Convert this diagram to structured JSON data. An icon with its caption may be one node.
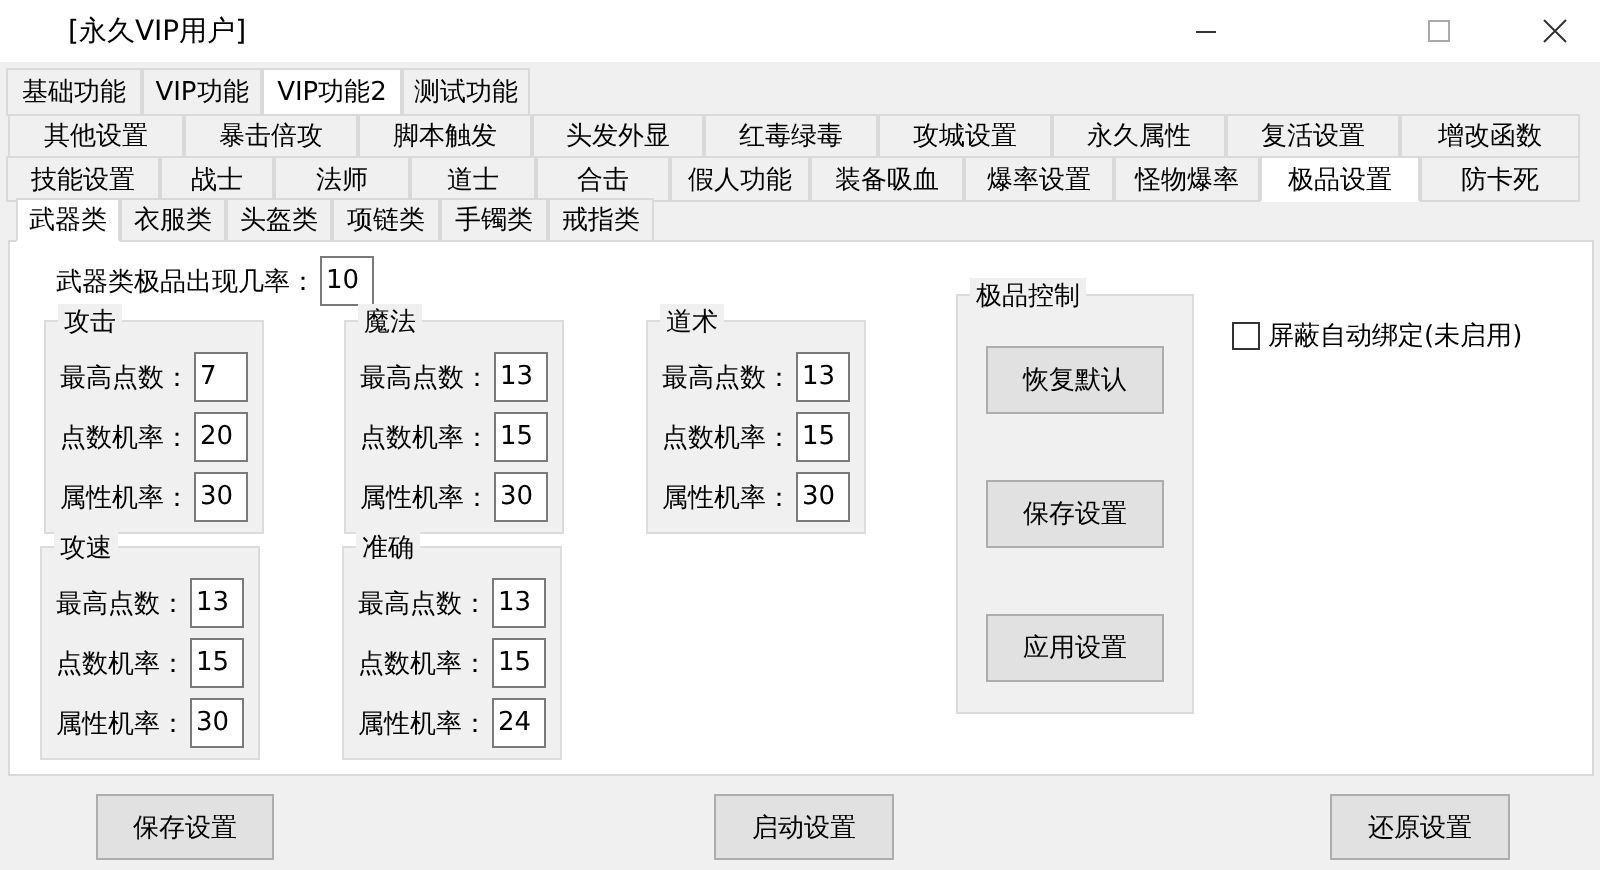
{
  "diagram": {
    "title": "[永久VIP用户]",
    "nodes": [
      {
        "text": [
          "基础功能"
        ]
      },
      {
        "text": [
          "VIP功能"
        ]
      },
      {
        "text": [
          "VIP功能2"
        ]
      },
      {
        "text": [
          "测试功能"
        ]
      },
      {
        "text": [
          "其他设置"
        ]
      },
      {
        "text": [
          "暴击倍攻"
        ]
      },
      {
        "text": [
          "脚本触发"
        ]
      },
      {
        "text": [
          "头发外显"
        ]
      },
      {
        "text": [
          "红毒绿毒"
        ]
      },
      {
        "text": [
          "攻城设置"
        ]
      },
      {
        "text": [
          "永久属性"
        ]
      },
      {
        "text": [
          "复活设置"
        ]
      },
      {
        "text": [
          "增改函数"
        ]
      },
      {
        "text": [
          "技能设置"
        ]
      },
      {
        "text": [
          "战士"
        ]
      },
      {
        "text": [
          "法师"
        ]
      },
      {
        "text": [
          "道士"
        ]
      },
      {
        "text": [
          "合击"
        ]
      },
      {
        "text": [
          "假人功能"
        ]
      },
      {
        "text": [
          "装备吸血"
        ]
      },
      {
        "text": [
          "爆率设置"
        ]
      },
      {
        "text": [
          "怪物爆率"
        ]
      },
      {
        "text": [
          "极品设置"
        ]
      },
      {
        "text": [
          "防卡死"
        ]
      },
      {
        "text": [
          "武器类"
        ]
      },
      {
        "text": [
          "衣服类"
        ]
      },
      {
        "text": [
          "头盔类"
        ]
      },
      {
        "text": [
          "项链类"
        ]
      },
      {
        "text": [
          "手镯类"
        ]
      },
      {
        "text": [
          "戒指类"
        ]
      },
      {
        "text": [
          "10"
        ],
        "beside": [
          "武器类极品出现几率："
        ]
      },
      {
        "text": [
          "攻击"
        ]
      },
      {
        "text": [
          "7"
        ],
        "beside": [
          "最高点数："
        ],
        "in": 31
      },
      {
        "text": [
          "20"
        ],
        "beside": [
          "点数机率："
        ],
        "in": 31
      },
      {
        "text": [
          "30"
        ],
        "beside": [
          "属性机率："
        ],
        "in": 31
      },
      {
        "text": [
          "魔法"
        ]
      },
      {
        "text": [
          "13"
        ],
        "beside": [
          "最高点数："
        ],
        "in": 35
      },
      {
        "text": [
          "15"
        ],
        "beside": [
          "点数机率："
        ],
        "in": 35
      },
      {
        "text": [
          "30"
        ],
        "beside": [
          "属性机率："
        ],
        "in": 35
      },
      {
        "text": [
          "道术"
        ]
      },
      {
        "text": [
          "13"
        ],
        "beside": [
          "最高点数："
        ],
        "in": 39
      },
      {
        "text": [
          "15"
        ],
        "beside": [
          "点数机率："
        ],
        "in": 39
      },
      {
        "text": [
          "30"
        ],
        "beside": [
          "属性机率："
        ],
        "in": 39
      },
      {
        "text": [
          "攻速"
        ]
      },
      {
        "text": [
          "13"
        ],
        "beside": [
          "最高点数："
        ],
        "in": 43
      },
      {
        "text": [
          "15"
        ],
        "beside": [
          "点数机率："
        ],
        "in": 43
      },
      {
        "text": [
          "30"
        ],
        "beside": [
          "属性机率："
        ],
        "in": 43
      },
      {
        "text": [
          "准确"
        ]
      },
      {
        "text": [
          "13"
        ],
        "beside": [
          "最高点数："
        ],
        "in": 47
      },
      {
        "text": [
          "15"
        ],
        "beside": [
          "点数机率："
        ],
        "in": 47
      },
      {
        "text": [
          "24"
        ],
        "beside": [
          "属性机率："
        ],
        "in": 47
      },
      {
        "text": [
          "极品控制"
        ]
      },
      {
        "text": [
          "恢复默认"
        ],
        "in": 51
      },
      {
        "text": [
          "保存设置"
        ],
        "in": 51
      },
      {
        "text": [
          "应用设置"
        ],
        "in": 51
      },
      {
        "text": [
          "屏蔽自动绑定(未启用)"
        ]
      },
      {
        "text": [
          "保存设置"
        ]
      },
      {
        "text": [
          "启动设置"
        ]
      },
      {
        "text": [
          "还原设置"
        ]
      }
    ],
    "edges": []
  }
}
